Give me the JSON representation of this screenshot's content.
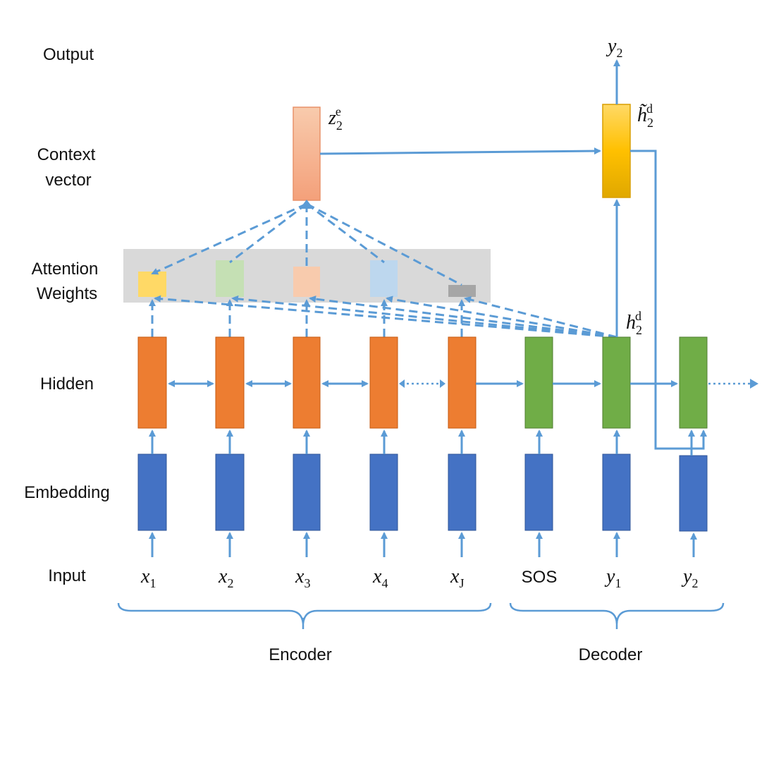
{
  "row_labels": {
    "output": "Output",
    "context_line1": "Context",
    "context_line2": "vector",
    "attention_line1": "Attention",
    "attention_line2": "Weights",
    "hidden": "Hidden",
    "embedding": "Embedding",
    "input": "Input"
  },
  "group_labels": {
    "encoder": "Encoder",
    "decoder": "Decoder"
  },
  "inputs": [
    {
      "base": "x",
      "sub": "1"
    },
    {
      "base": "x",
      "sub": "2"
    },
    {
      "base": "x",
      "sub": "3"
    },
    {
      "base": "x",
      "sub": "4"
    },
    {
      "base": "x",
      "sub": "J"
    },
    {
      "plain": "SOS"
    },
    {
      "base": "y",
      "sub": "1"
    },
    {
      "base": "y",
      "sub": "2"
    }
  ],
  "output_token": {
    "base": "y",
    "sub": "2"
  },
  "context_label": {
    "base": "z",
    "sub": "2",
    "sup": "e"
  },
  "decoder_state_label": {
    "base": "h",
    "sub": "2",
    "sup": "d"
  },
  "attentional_state_label": {
    "base": "h̃",
    "sub": "2",
    "sup": "d"
  },
  "colors": {
    "arrow": "#5b9bd5",
    "embedding": "#4472c4",
    "encoder_hidden": "#ed7d31",
    "decoder_hidden": "#70ad47",
    "context_vector": "#f4b183",
    "attentional_hidden": "#ffc000",
    "attention_band": "#d9d9d9",
    "attention_weights": [
      "#ffd966",
      "#c5e0b4",
      "#f8cbad",
      "#bdd7ee",
      "#a6a6a6"
    ]
  }
}
